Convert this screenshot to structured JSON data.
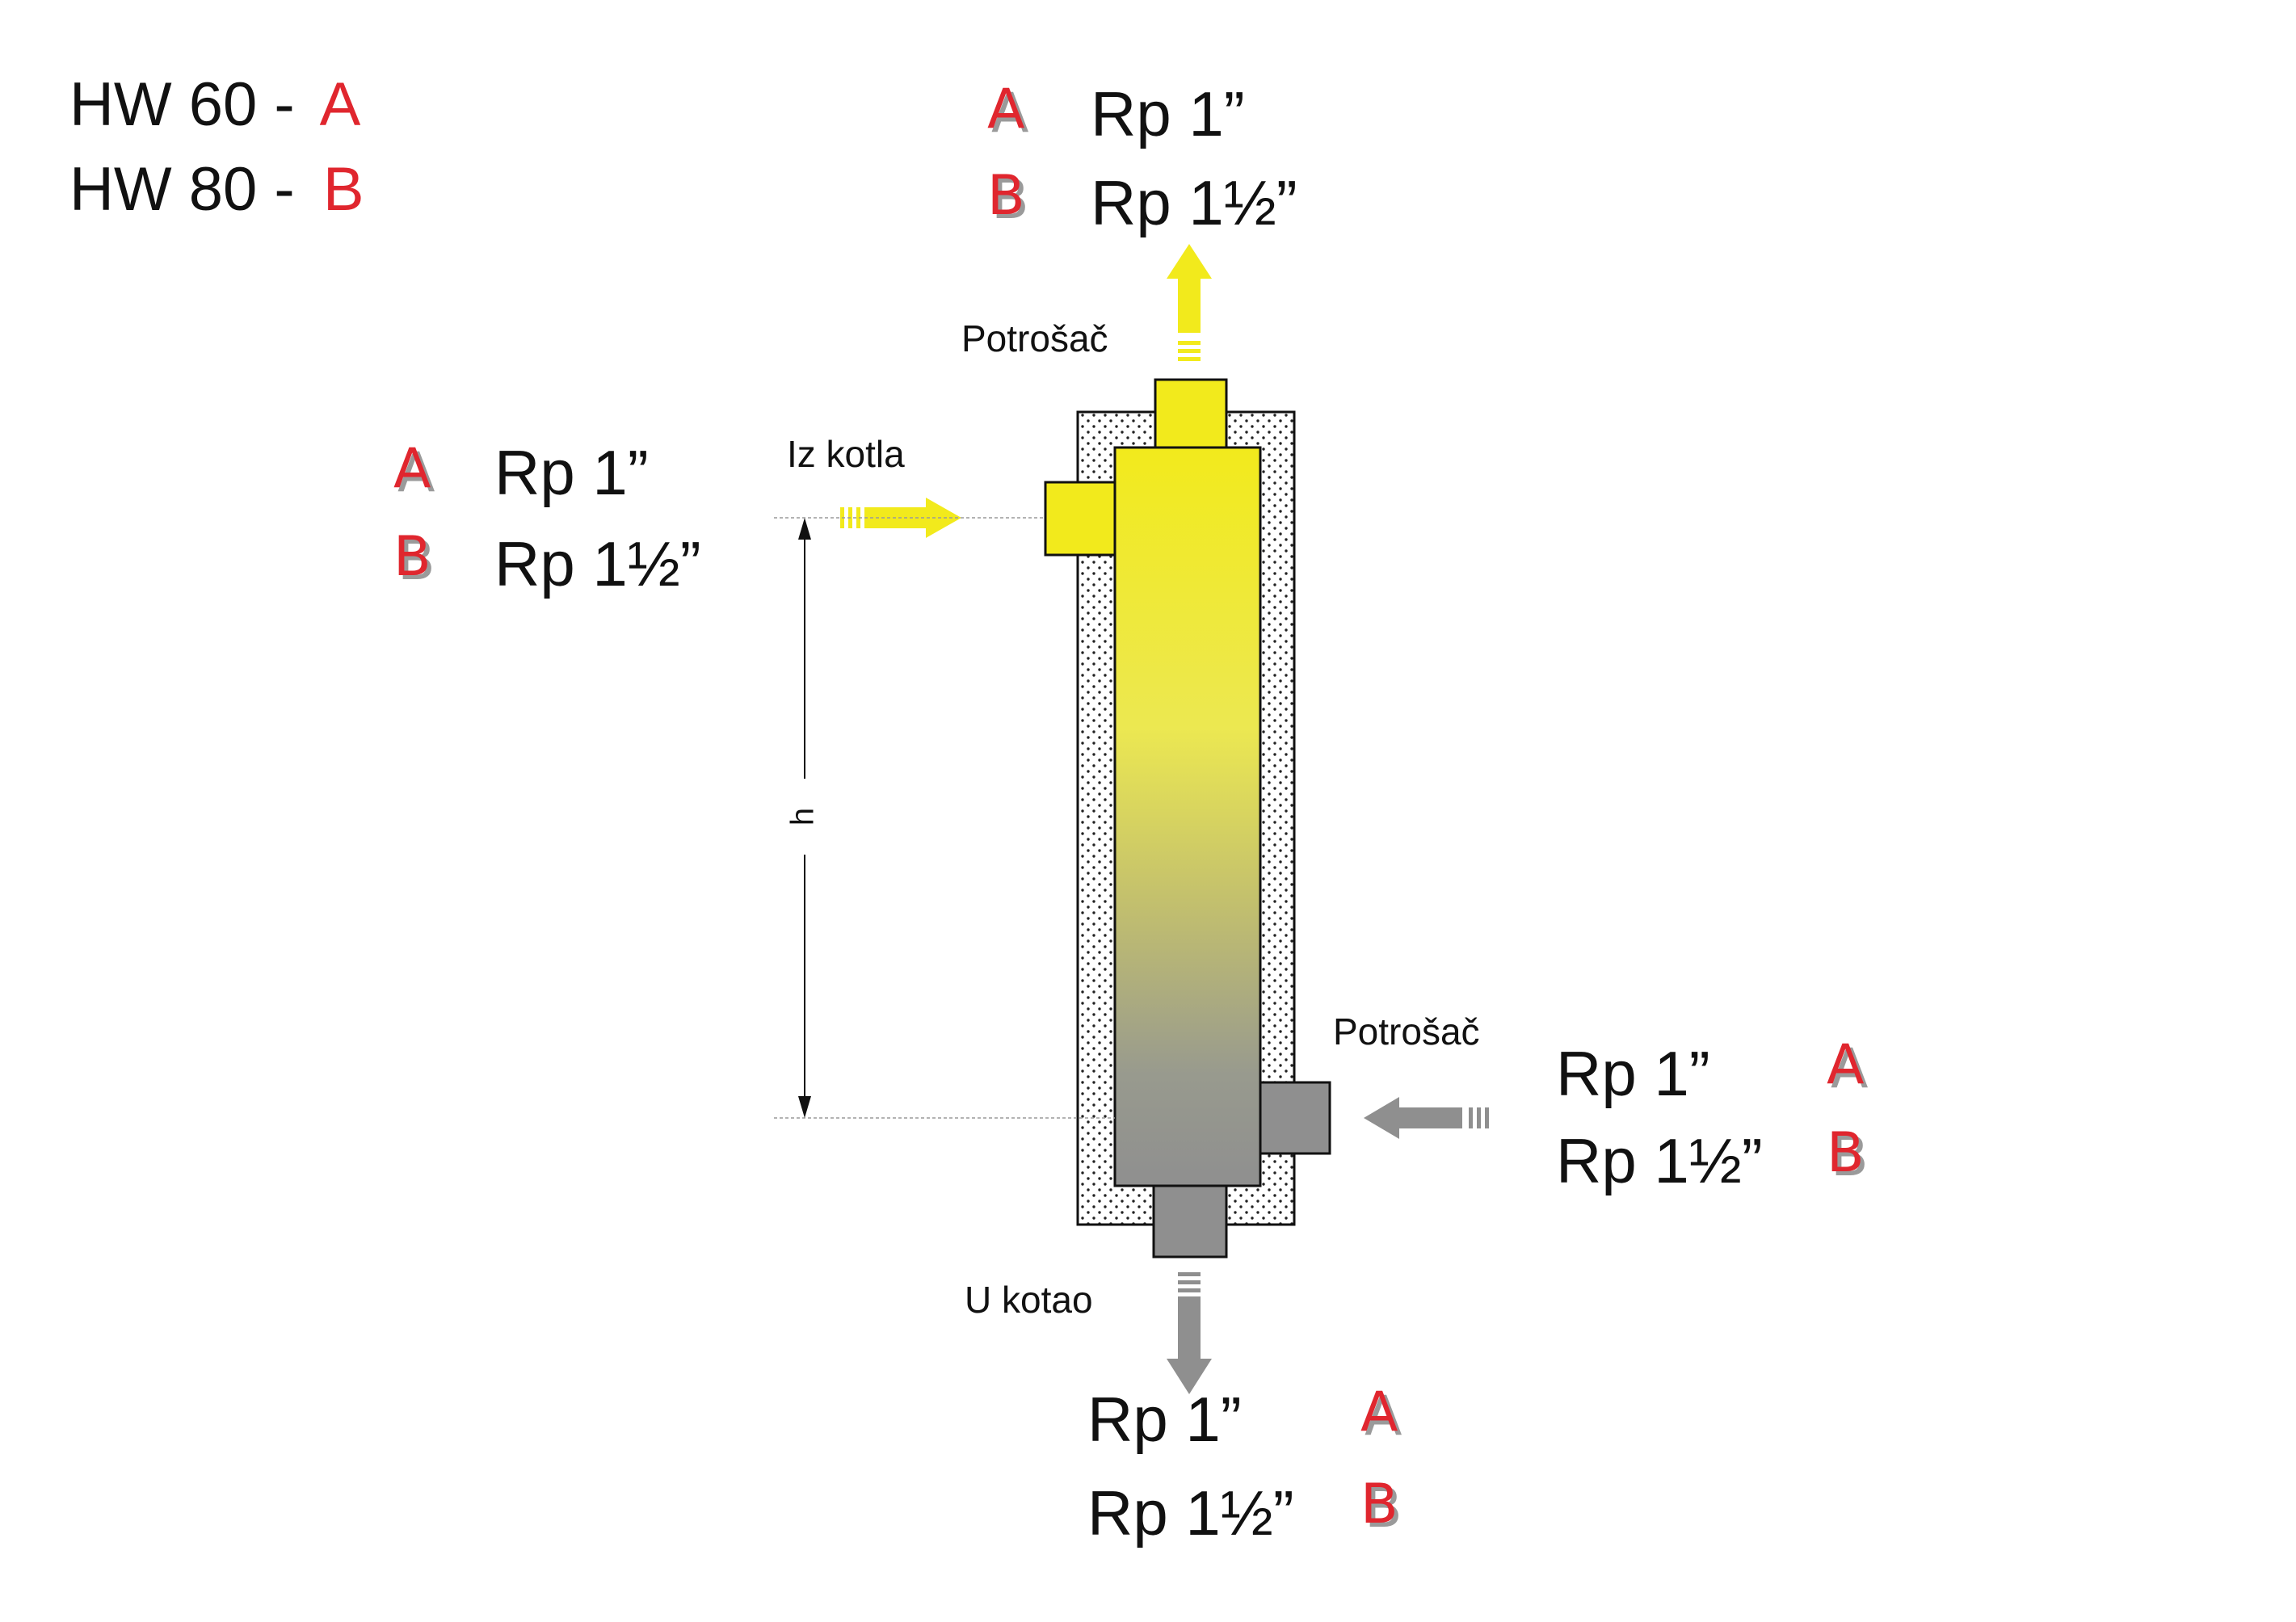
{
  "legend": [
    {
      "model": "HW 60 -",
      "code": "A"
    },
    {
      "model": "HW 80 -",
      "code": "B"
    }
  ],
  "labels": {
    "top_outlet": "Potrošač",
    "boiler_inlet": "Iz kotla",
    "consumer_return": "Potrošač",
    "boiler_return": "U kotao",
    "height": "h"
  },
  "connections": {
    "top": [
      {
        "code": "A",
        "size": "Rp 1”"
      },
      {
        "code": "B",
        "size": "Rp 1½”"
      }
    ],
    "left": [
      {
        "code": "A",
        "size": "Rp 1”"
      },
      {
        "code": "B",
        "size": "Rp 1½”"
      }
    ],
    "right": [
      {
        "code": "A",
        "size": "Rp 1”"
      },
      {
        "code": "B",
        "size": "Rp 1½”"
      }
    ],
    "bottom": [
      {
        "code": "A",
        "size": "Rp 1”"
      },
      {
        "code": "B",
        "size": "Rp 1½”"
      }
    ]
  },
  "colors": {
    "hot": "#f2ea1c",
    "cold": "#8f8f8f",
    "code": "#e0262e",
    "code_shadow": "#9a9a9a",
    "text": "#111111"
  }
}
